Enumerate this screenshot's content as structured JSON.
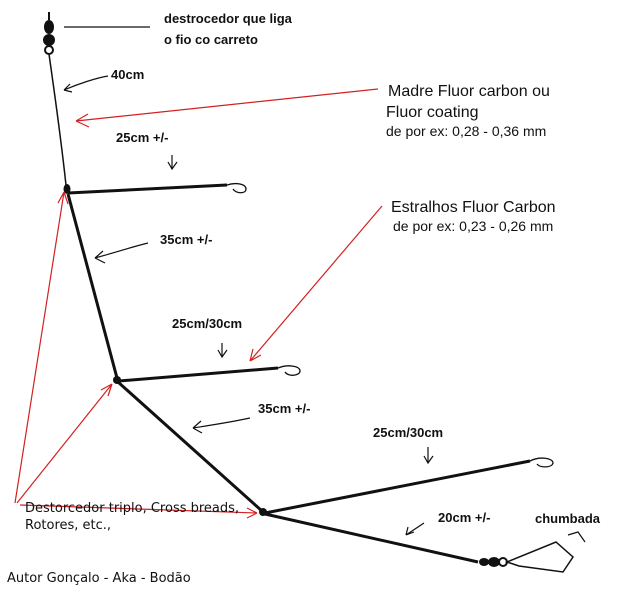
{
  "labels": {
    "swivel_note_1": "destrocedor que liga",
    "swivel_note_2": "o fio co carreto",
    "len_40": "40cm",
    "mainline_1": "Madre Fluor carbon ou",
    "mainline_2": "Fluor coating",
    "mainline_3": "de por ex: 0,28 - 0,36 mm",
    "len_25": "25cm +/-",
    "len_35a": "35cm +/-",
    "snood_1": "Estralhos Fluor Carbon",
    "snood_2": "de por ex: 0,23 - 0,26 mm",
    "len_25_30a": "25cm/30cm",
    "len_35b": "35cm +/-",
    "len_25_30b": "25cm/30cm",
    "swivels_1": "Destorcedor triplo, Cross breads,",
    "swivels_2": "Rotores, etc.,",
    "len_20": "20cm +/-",
    "sinker": "chumbada",
    "author": "Autor Gonçalo - Aka - Bodão"
  },
  "colors": {
    "line": "#111111",
    "annotation_arrow": "#d42020"
  }
}
